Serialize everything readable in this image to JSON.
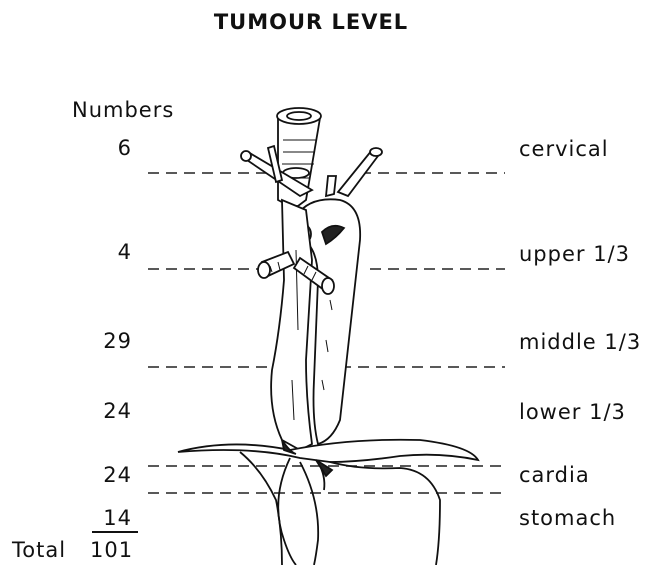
{
  "title": "TUMOUR LEVEL",
  "numbers_header": "Numbers",
  "levels": [
    {
      "number": "6",
      "region": "cervical"
    },
    {
      "number": "4",
      "region": "upper 1/3"
    },
    {
      "number": "29",
      "region": "middle 1/3"
    },
    {
      "number": "24",
      "region": "lower 1/3"
    },
    {
      "number": "24",
      "region": "cardia"
    },
    {
      "number": "14",
      "region": "stomach"
    }
  ],
  "total": {
    "label": "Total",
    "value": "101"
  }
}
